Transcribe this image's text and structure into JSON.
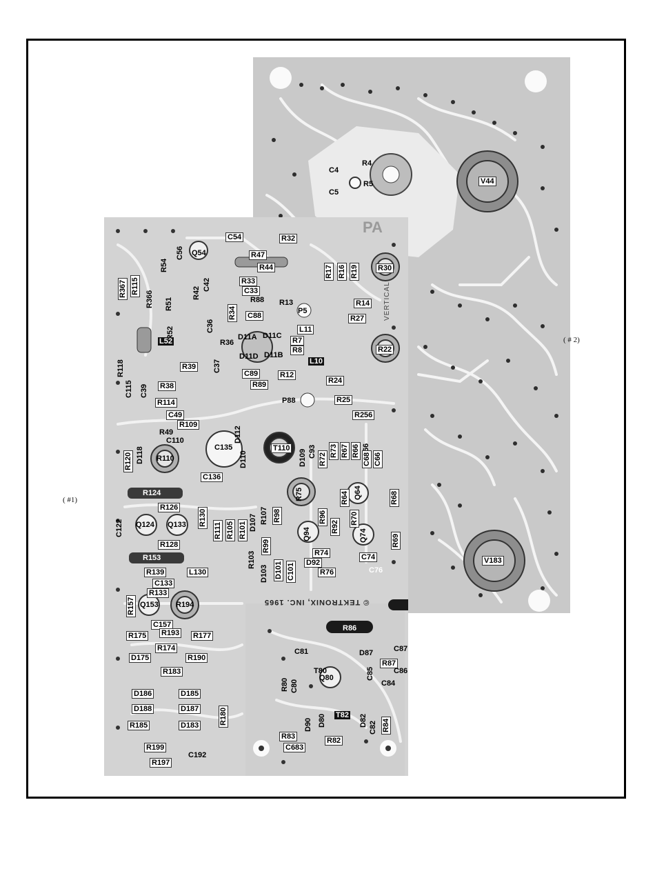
{
  "figure": {
    "side_labels": {
      "board1": "( #1)",
      "board2": "( # 2)"
    },
    "brand_text": "© TEKTRONIX, INC. 1965",
    "silkscreen": {
      "pa": "PA",
      "vertical": "VERTICAL"
    }
  },
  "board2_labels": [
    "C4",
    "R4",
    "R5",
    "C5",
    "V44",
    "V183"
  ],
  "board1_labels": [
    "C54",
    "R32",
    "R47",
    "R44",
    "C56",
    "Q54",
    "R54",
    "R51",
    "R367",
    "R115",
    "R366",
    "R42",
    "C42",
    "R33",
    "C33",
    "R17",
    "R16",
    "R19",
    "R30",
    "R34",
    "R88",
    "R13",
    "C88",
    "P5",
    "R14",
    "R27",
    "R52",
    "C36",
    "L52",
    "R36",
    "D11A",
    "D11C",
    "D11D",
    "D11B",
    "L11",
    "R7",
    "R8",
    "R22",
    "L10",
    "R118",
    "R39",
    "C37",
    "C89",
    "R12",
    "C115",
    "R38",
    "R89",
    "R24",
    "C39",
    "R114",
    "P88",
    "R25",
    "C49",
    "R109",
    "R256",
    "R49",
    "D112",
    "C110",
    "C135",
    "R120",
    "D118",
    "T110",
    "D109",
    "C93",
    "R72",
    "R73",
    "R67",
    "R66",
    "D66",
    "C68",
    "C66",
    "R110",
    "D110",
    "C136",
    "R124",
    "R126",
    "R130",
    "R111",
    "R105",
    "R101",
    "D107",
    "R107",
    "R98",
    "R75",
    "R64",
    "R96",
    "R92",
    "R70",
    "Q64",
    "R68",
    "C122",
    "Q124",
    "Q133",
    "Q94",
    "Q74",
    "R128",
    "R99",
    "R103",
    "R153",
    "R139",
    "L130",
    "D103",
    "D101",
    "C101",
    "R74",
    "D92",
    "R76",
    "C74",
    "C76",
    "R69",
    "C133",
    "R133",
    "R157",
    "Q153",
    "R194",
    "C157",
    "R175",
    "R193",
    "R177",
    "R86",
    "R174",
    "D175",
    "R190",
    "C81",
    "D87",
    "C87",
    "R87",
    "R183",
    "R80",
    "C80",
    "T80",
    "Q80",
    "C85",
    "C86",
    "C84",
    "D186",
    "D185",
    "D188",
    "D187",
    "D90",
    "D80",
    "D82",
    "T82",
    "C82",
    "R84",
    "R180",
    "R185",
    "D183",
    "R83",
    "R82",
    "C683",
    "R199",
    "C192",
    "R197"
  ]
}
